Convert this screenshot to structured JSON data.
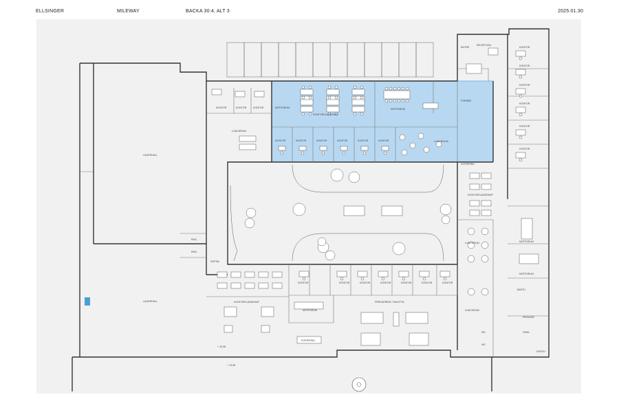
{
  "header": {
    "company": "ELLSINGER",
    "project": "MILEWAY",
    "address": "BACKA 30:4, ALT 3",
    "date": "2025.01.30"
  },
  "colors": {
    "highlight": "#b8d8f2",
    "highlight_stroke": "#6aa6d6",
    "sheet": "#f1f1f2",
    "wall": "#333333"
  },
  "rooms": {
    "kontorslandskap_top": "KONTORSLANDSKAP",
    "motesrum_top": "MÖTESRUM",
    "lunchrum_top": "LUNCHRUM",
    "kontor": "KONTOR",
    "motesrum_left": "MÖTESRUM",
    "lunchrum_left": "LUNCHRUM",
    "lagerhall_top": "LAGERHALL",
    "lagerhall_bottom": "LAGERHALL",
    "entre": "ENTRÉ",
    "reception": "RECEPTION",
    "kontorslandskap_right": "KONTORSLANDSKAP",
    "motesrum_right1": "MÖTESRUM",
    "motesrum_right2": "MÖTESRUM",
    "lunchrum_right1": "LUNCHRUM",
    "lunchrum_right2": "LUNCHRUM",
    "kontorslandskap_bottom": "KONTORSLANDSKAP",
    "motesrum_bottom": "MÖTESRUM",
    "pausyta": "PRIEVATBRIS / PAUSYTA",
    "rwc": "RWC",
    "wc": "WC",
    "entre2": "ENTRÉ",
    "kopiering": "KOPIERING",
    "kopiering2": "KÖPIERING",
    "sapptrall": "SAPTAL",
    "forrad": "FÖRRÅD",
    "passage": "PASSAGE",
    "bastu": "BASTU",
    "dusch": "DUSCH",
    "omkl": "OMKL"
  },
  "levels": {
    "l1": "+ 15,38",
    "l2": "+ 13,08"
  }
}
